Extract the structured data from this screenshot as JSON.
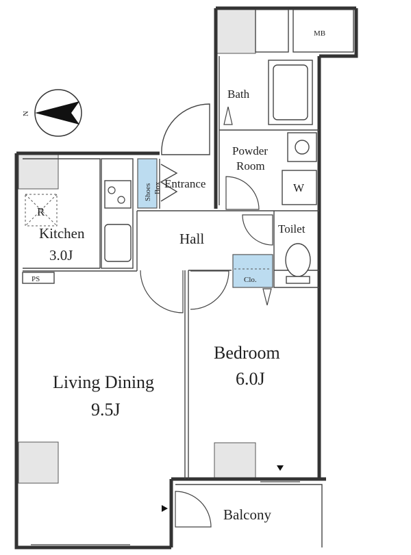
{
  "rooms": {
    "mb": "MB",
    "bath": "Bath",
    "powder_room_line1": "Powder",
    "powder_room_line2": "Room",
    "washer": "W",
    "shoes_box_line1": "Shoes",
    "shoes_box_line2": "Box",
    "entrance": "Entrance",
    "refrigerator": "R",
    "kitchen": "Kitchen",
    "kitchen_size": "3.0J",
    "hall": "Hall",
    "toilet": "Toilet",
    "closet": "Clo.",
    "pipe_space": "PS",
    "bedroom": "Bedroom",
    "bedroom_size": "6.0J",
    "living_dining": "Living Dining",
    "living_dining_size": "9.5J",
    "balcony": "Balcony"
  },
  "compass": {
    "north_label": "N"
  }
}
